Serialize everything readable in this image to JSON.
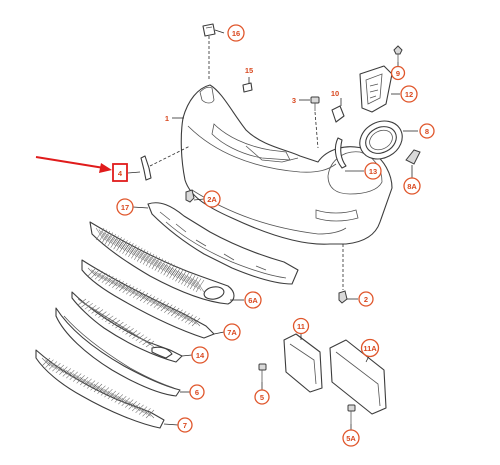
{
  "colors": {
    "callout_accent": "#e0562b",
    "highlight": "#e01b1b",
    "outline": "#3d3d3d"
  },
  "callouts": {
    "c1": "1",
    "c2": "2",
    "c2A": "2A",
    "c3": "3",
    "c4": "4",
    "c5": "5",
    "c5A": "5A",
    "c6": "6",
    "c6A": "6A",
    "c7": "7",
    "c7A": "7A",
    "c8": "8",
    "c8A": "8A",
    "c9": "9",
    "c10": "10",
    "c11": "11",
    "c11A": "11A",
    "c12": "12",
    "c13": "13",
    "c14": "14",
    "c15": "15",
    "c16": "16",
    "c17": "17"
  },
  "highlighted_part": "4"
}
